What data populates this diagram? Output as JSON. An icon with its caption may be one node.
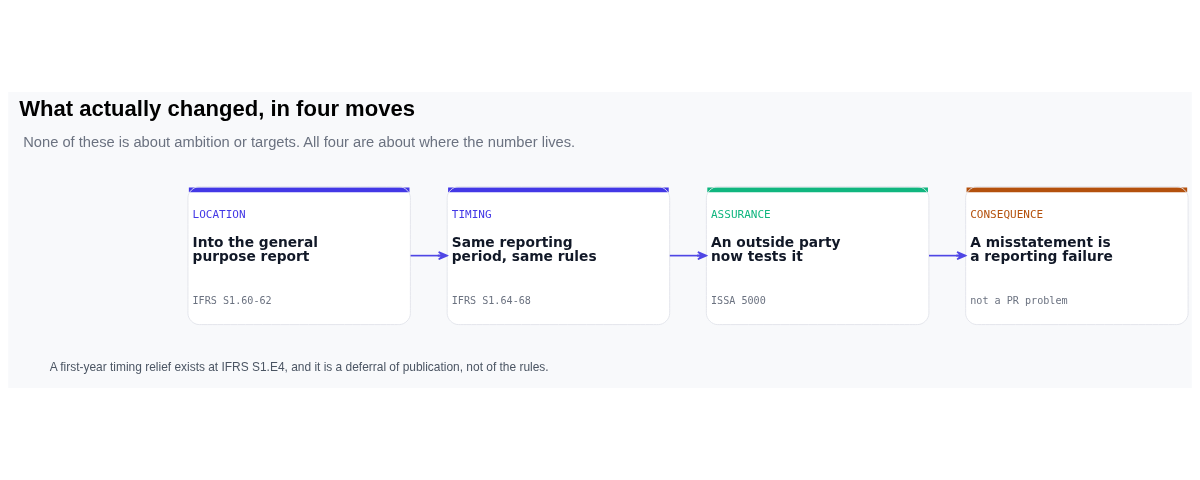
{
  "diagram": {
    "title": "What actually changed, in four moves",
    "nodes": [
      {
        "text": [
          "LOCATION",
          "Into the general purpose report",
          "IFRS S1.60-62"
        ]
      },
      {
        "text": [
          "TIMING",
          "Same reporting period, same rules",
          "IFRS S1.64-68"
        ]
      },
      {
        "text": [
          "ASSURANCE",
          "An outside party now tests it",
          "ISSA 5000"
        ]
      },
      {
        "text": [
          "CONSEQUENCE",
          "A misstatement is a reporting failure",
          "not a PR problem"
        ]
      }
    ],
    "edges": [
      {
        "from": 0,
        "to": 1,
        "arrow": "to"
      },
      {
        "from": 1,
        "to": 2,
        "arrow": "to"
      },
      {
        "from": 2,
        "to": 3,
        "arrow": "to"
      }
    ],
    "labels": [
      "None of these is about ambition or targets. All four are about where the number lives.",
      "A first-year timing relief exists at IFRS S1.E4, and it is a deferral of publication, not of the rules."
    ]
  }
}
